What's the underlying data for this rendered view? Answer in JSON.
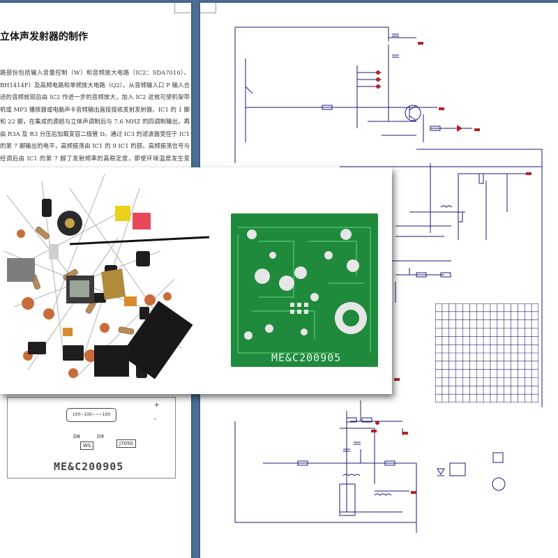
{
  "document": {
    "title": "立体声发射器的制作",
    "paragraph": "路部份包括输入音量控制（W）和音频放大电路（IC2：SDA7010）、BH1414F）及高频电路和单频放大电路（Q2）。从音频输入口 P 输入合适的音频就现后由 IC2 作进一步的音频放大，加入 IC2 这就可使机架带机或 MP3 播放器或电脑声卡音频输出直接接收发射发射器。IC1 的 1 脚和 22 脚，在集成的源超与立体声调制后与 7.6 MHZ 的四调制输出，再由 R3A 及 R3 分压后加载变容二极管 D。通过 IC3 的滤波器受控于 IC1 的第 7 脚输出的电平，高频振荡由 IC1 的 9 IC1 的部。高频振荡信号与经调后由 IC1 的第 7 脚了发射频率的高稳定度，即使环境温度发生变化，高频振荡器的频率都能在设计不变。正电平经电阻高频振荡器后进过 L4 作用在高频振荡器的变音由 IC1 的源高频放大后由 IC11 源脚输出到 Q2 发射放大，完失控的机"
  },
  "pcb_layout": {
    "strip_label": "100~100~~~100",
    "d8": "D8",
    "d9": "D9",
    "ws": "WS",
    "hole": "J7050",
    "code": "ME&C200905"
  },
  "pcb_photo": {
    "code": "ME&C200905"
  },
  "schematic_table": {
    "rows": 12,
    "cols": 15
  },
  "colors": {
    "background": "#4a6e96",
    "schematic_line": "#1a1a7a",
    "ground_red": "#b22222",
    "pcb_green": "#1f8a3c"
  }
}
